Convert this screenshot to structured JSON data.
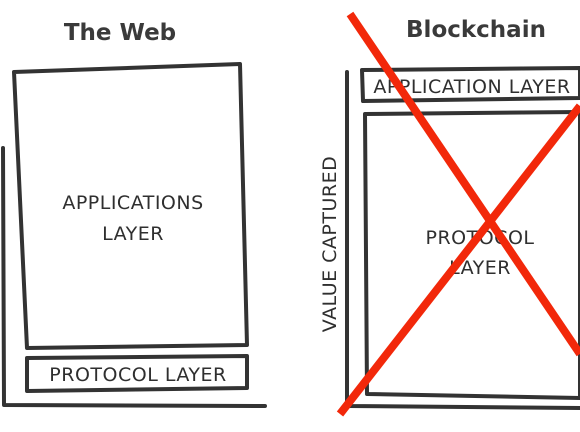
{
  "web": {
    "title": "The Web",
    "applications_layer": [
      "APPLICATIONS",
      "LAYER"
    ],
    "protocol_layer": "PROTOCOL LAYER"
  },
  "blockchain": {
    "title": "Blockchain",
    "application_layer": "APPLICATION LAYER",
    "protocol_layer": [
      "PROTOCOL",
      "LAYER"
    ]
  },
  "axis_label": "VALUE CAPTURED",
  "colors": {
    "ink": "#333333",
    "cross": "#f2280a"
  }
}
